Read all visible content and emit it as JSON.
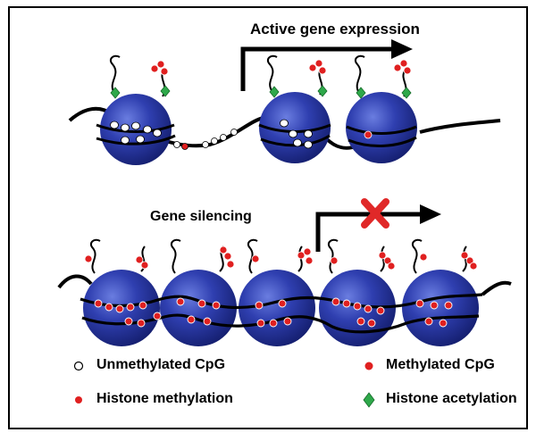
{
  "labels": {
    "active": "Active gene expression",
    "silencing": "Gene silencing"
  },
  "legend": {
    "unmethylated_cpg": "Unmethylated CpG",
    "methylated_cpg": "Methylated CpG",
    "histone_methylation": "Histone methylation",
    "histone_acetylation": "Histone acetylation"
  },
  "colors": {
    "nucleosome": "#1f2f96",
    "nucleosome_light": "#5a6fd0",
    "methyl_mark": "#e02020",
    "acetyl_mark": "#2ea84a",
    "block_x": "#e02828",
    "dna": "#000000"
  }
}
